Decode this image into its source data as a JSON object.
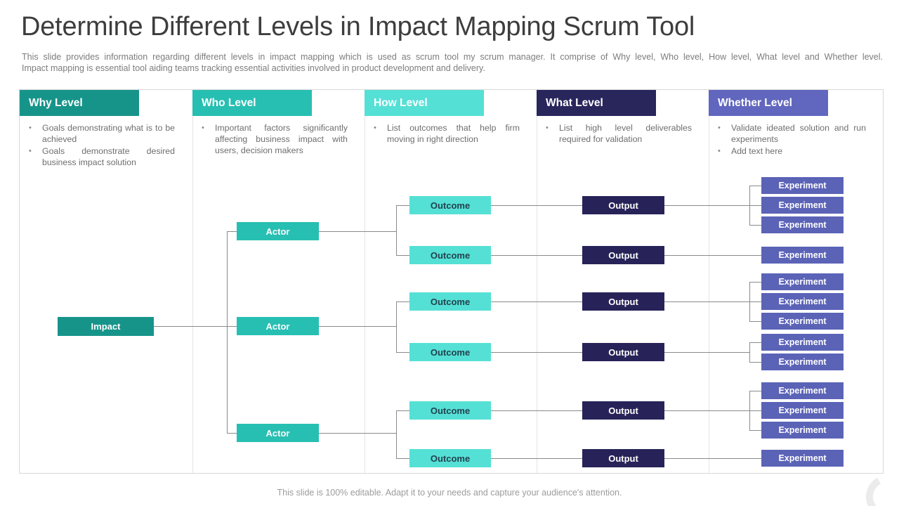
{
  "slide": {
    "title": "Determine Different Levels in Impact Mapping Scrum Tool",
    "description_line1": "This slide provides information regarding different levels in impact mapping which is used as scrum tool my scrum manager. It comprise of Why level, Who level, How level, What level and Whether level.",
    "description_line2": "Impact mapping is essential tool aiding teams tracking essential activities involved in product development and delivery.",
    "footer": "This slide is 100% editable. Adapt it to your needs and capture your audience's attention."
  },
  "columns": [
    {
      "label": "Why Level",
      "color": "#17948A",
      "bullets": [
        "Goals demonstrating what is to be achieved",
        "Goals demonstrate desired business impact solution"
      ]
    },
    {
      "label": "Who Level",
      "color": "#27BFB2",
      "bullets": [
        "Important factors significantly affecting business impact with users, decision makers"
      ]
    },
    {
      "label": "How Level",
      "color": "#55E0D5",
      "bullets": [
        "List outcomes that help firm moving in right direction"
      ]
    },
    {
      "label": "What Level",
      "color": "#29265C",
      "bullets": [
        "List high level deliverables required for validation"
      ]
    },
    {
      "label": "Whether Level",
      "color": "#6167BE",
      "bullets": [
        "Validate ideated solution and run experiments",
        "Add text here"
      ]
    }
  ],
  "diagram": {
    "node_colors": {
      "impact": "#17948A",
      "actor": "#27BFB2",
      "outcome": "#55E0D5",
      "outcome_text": "#21424F",
      "output": "#272358",
      "experiment": "#5B63B7",
      "connector": "#8A8A8A"
    },
    "impact": {
      "label": "Impact"
    },
    "actors": [
      {
        "label": "Actor",
        "outcomes": [
          {
            "label": "Outcome",
            "output": "Output",
            "experiments": [
              "Experiment",
              "Experiment",
              "Experiment"
            ]
          },
          {
            "label": "Outcome",
            "output": "Output",
            "experiments": [
              "Experiment"
            ]
          }
        ]
      },
      {
        "label": "Actor",
        "outcomes": [
          {
            "label": "Outcome",
            "output": "Output",
            "experiments": [
              "Experiment",
              "Experiment",
              "Experiment"
            ]
          },
          {
            "label": "Outcome",
            "output": "Output",
            "experiments": [
              "Experiment",
              "Experiment"
            ]
          }
        ]
      },
      {
        "label": "Actor",
        "outcomes": [
          {
            "label": "Outcome",
            "output": "Output",
            "experiments": [
              "Experiment",
              "Experiment",
              "Experiment"
            ]
          },
          {
            "label": "Outcome",
            "output": "Output",
            "experiments": [
              "Experiment"
            ]
          }
        ]
      }
    ]
  }
}
